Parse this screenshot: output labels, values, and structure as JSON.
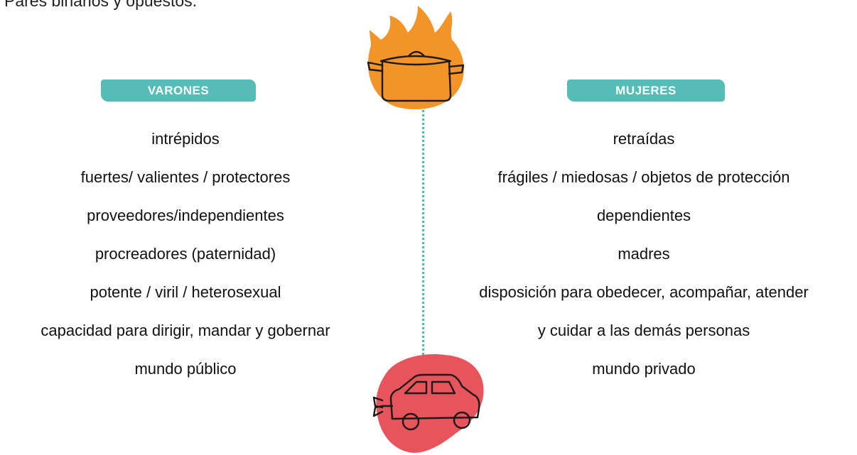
{
  "heading": "Pares binarios y opuestos.",
  "colors": {
    "pill": "#55bdb5",
    "connector": "#4db9b1",
    "pot_blob": "#f29428",
    "car_blob": "#e8545b"
  },
  "icons": {
    "top": "cooking-pot-on-fire-icon",
    "bottom": "wind-up-toy-car-icon"
  },
  "left": {
    "label": "VARONES",
    "items": [
      "intrépidos",
      "fuertes/ valientes / protectores",
      "proveedores/independientes",
      "procreadores (paternidad)",
      "potente / viril / heterosexual",
      "capacidad para dirigir, mandar y gobernar",
      "mundo público"
    ]
  },
  "right": {
    "label": "MUJERES",
    "items": [
      "retraídas",
      "frágiles / miedosas / objetos de protección",
      "dependientes",
      "madres",
      "disposición para obedecer, acompañar, atender",
      "y cuidar a las demás personas",
      "mundo privado"
    ]
  }
}
